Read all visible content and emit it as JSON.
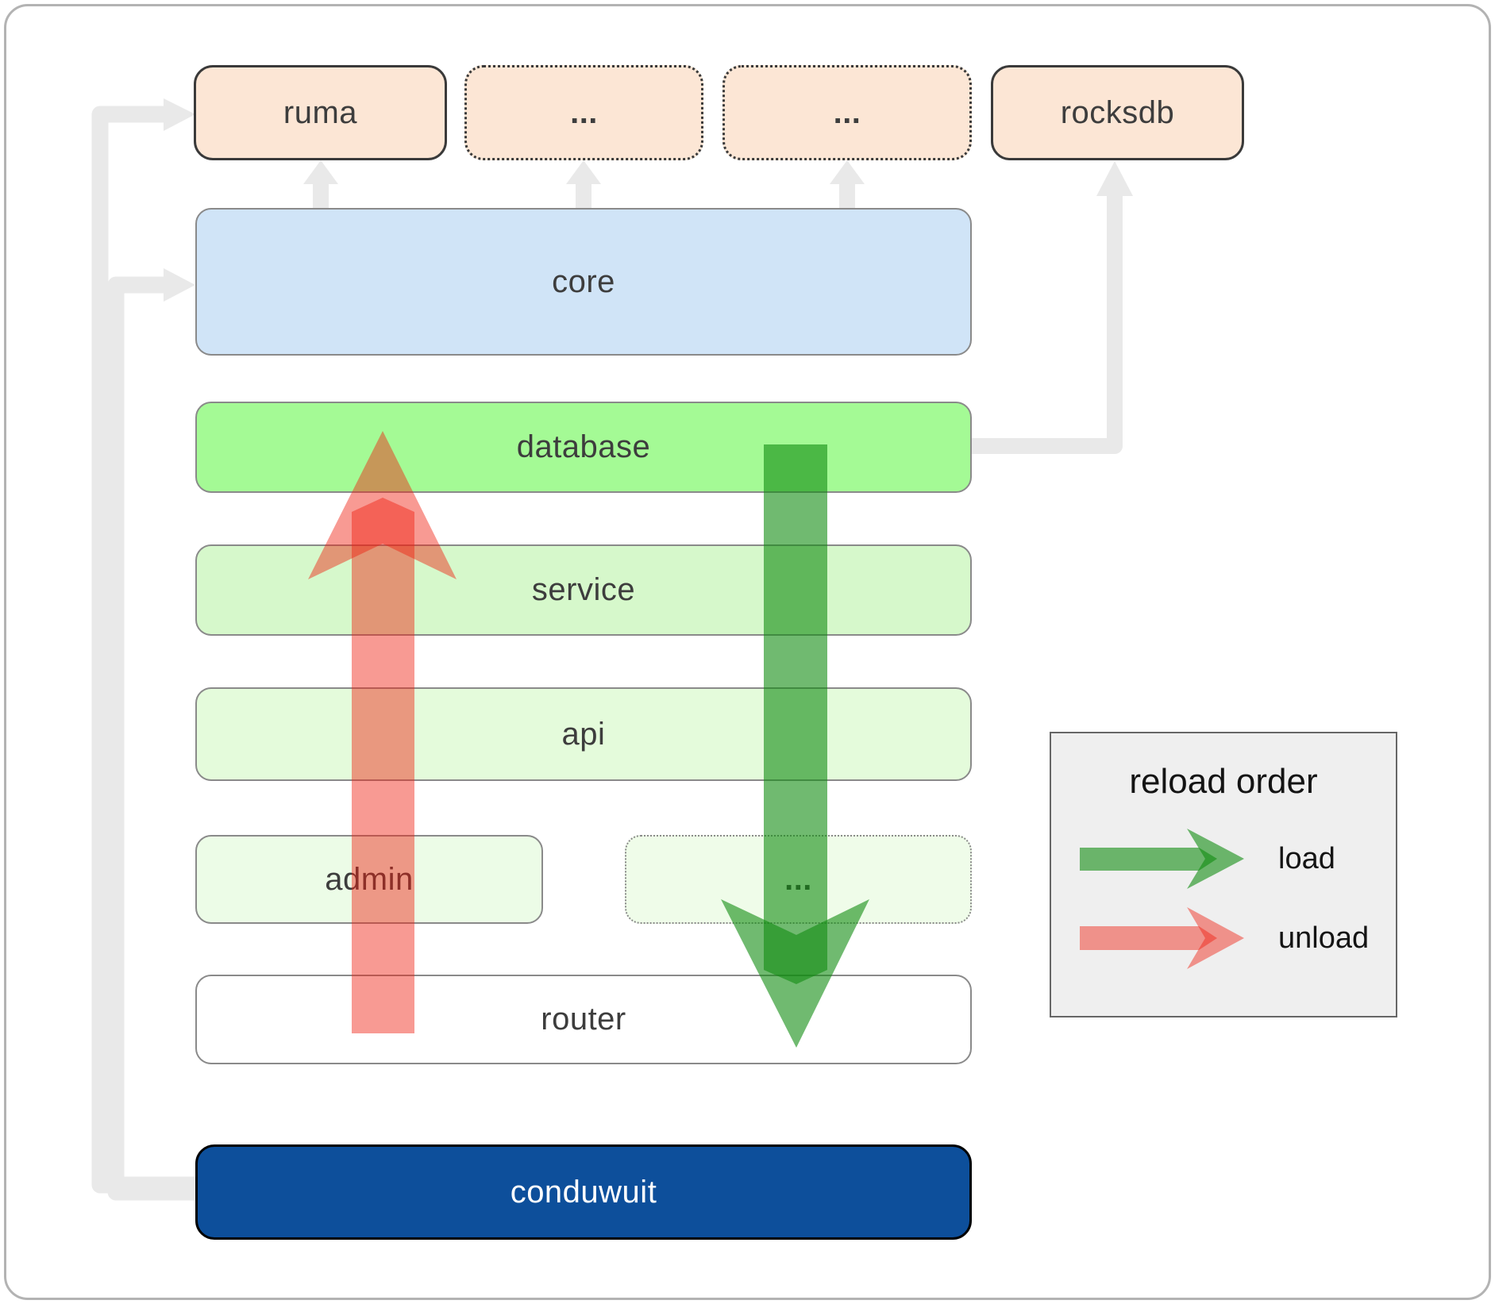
{
  "diagram": {
    "top_row": [
      {
        "label": "ruma",
        "border": "solid"
      },
      {
        "label": "...",
        "border": "dotted"
      },
      {
        "label": "...",
        "border": "dotted"
      },
      {
        "label": "rocksdb",
        "border": "solid"
      }
    ],
    "layers": {
      "core": "core",
      "database": "database",
      "service": "service",
      "api": "api",
      "admin": "admin",
      "admin_more": "...",
      "router": "router",
      "app": "conduwuit"
    },
    "legend": {
      "title": "reload order",
      "load_label": "load",
      "unload_label": "unload"
    }
  },
  "colors": {
    "page_border": "#b3b3b3",
    "box_border_gray": "#8a8a8a",
    "box_border_dark": "#3a3a3a",
    "top_box_fill": "#fce6d5",
    "core_fill": "#d0e4f7",
    "database_fill": "#a4fa95",
    "service_fill": "#d6f8cb",
    "api_fill": "#e4fbdb",
    "admin_fill": "#ecfce7",
    "admin_more_fill": "#effce9",
    "router_fill": "#ffffff",
    "conduwuit_fill": "#0d4f9b",
    "conduwuit_text": "#ffffff",
    "label_text": "#3d3d3d",
    "connector_gray": "#e9e9e9",
    "load_green": "#118c11",
    "unload_red": "#f01f0f",
    "legend_bg": "#efefef",
    "legend_border": "#666666",
    "legend_text": "#141414"
  }
}
